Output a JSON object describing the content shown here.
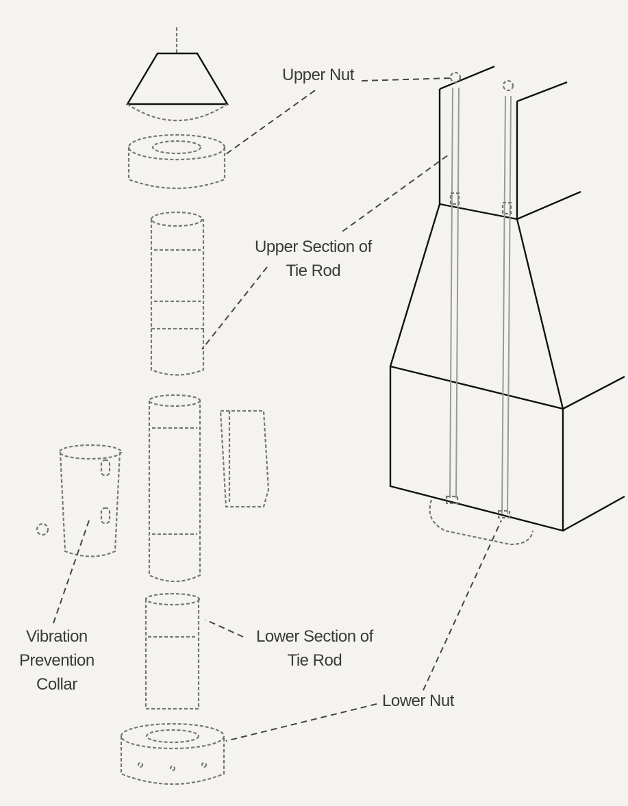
{
  "labels": {
    "upper_nut": "Upper Nut",
    "upper_section_line1": "Upper Section of",
    "upper_section_line2": "Tie Rod",
    "lower_section_line1": "Lower Section of",
    "lower_section_line2": "Tie Rod",
    "collar_line1": "Vibration",
    "collar_line2": "Prevention",
    "collar_line3": "Collar",
    "lower_nut": "Lower Nut"
  },
  "colors": {
    "paper": "#f4f3ef",
    "ink": "#111111",
    "sketch": "#777777",
    "label_text": "#3a3a3a"
  }
}
